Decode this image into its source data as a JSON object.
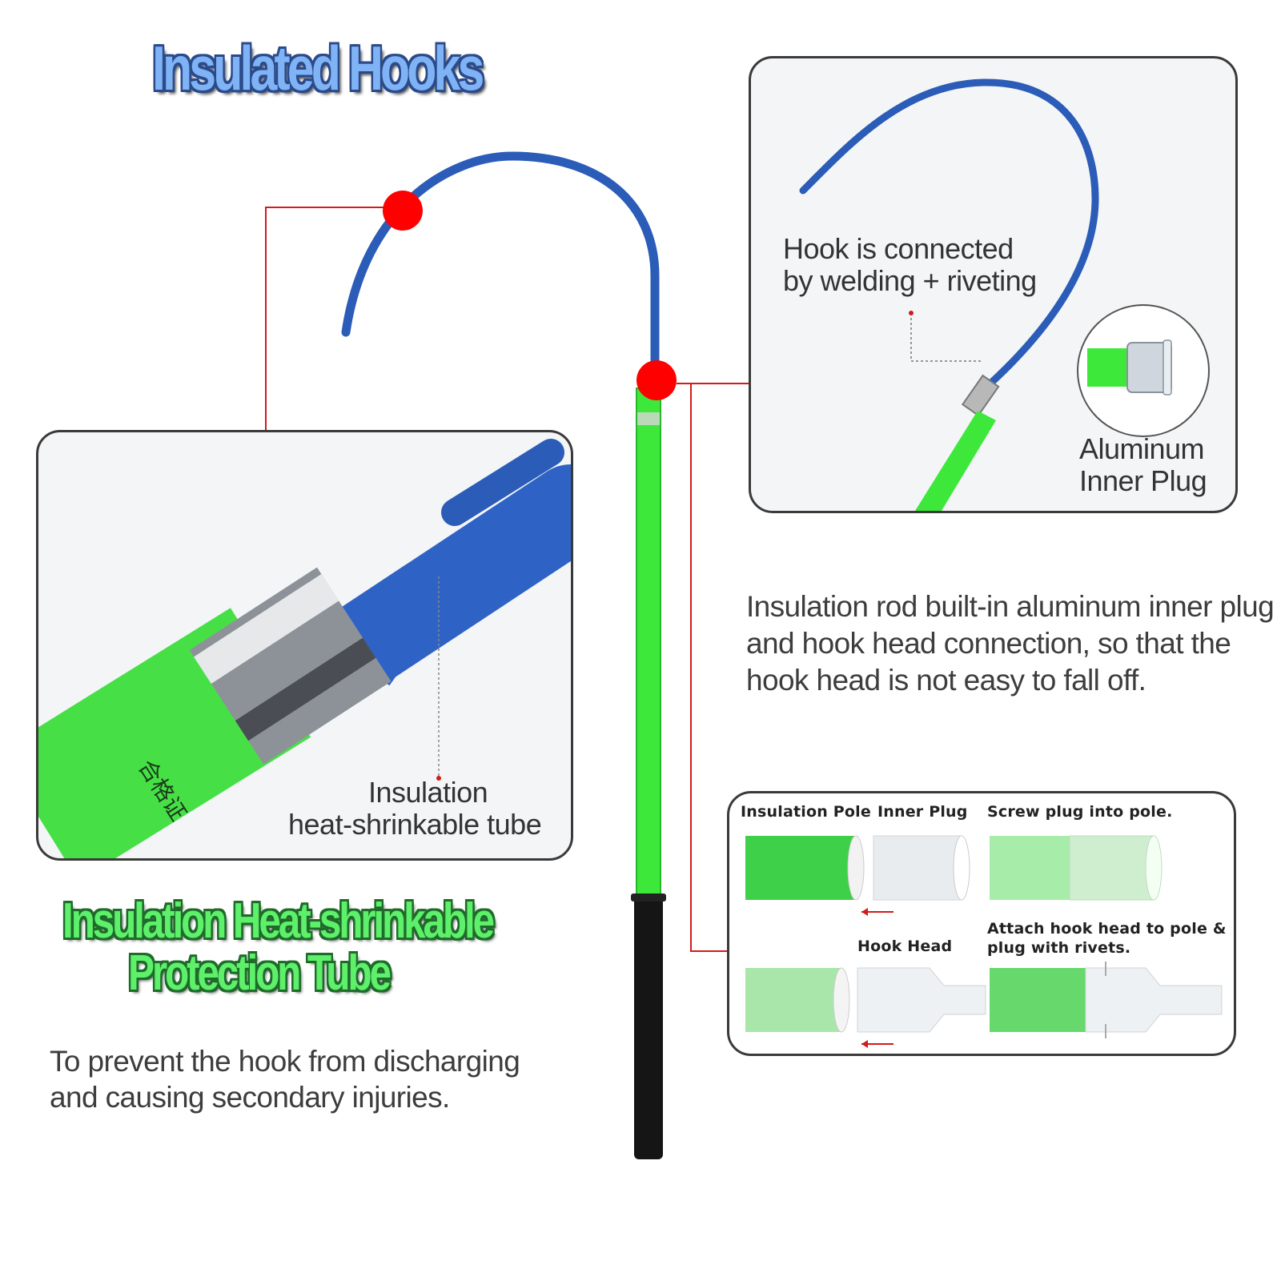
{
  "title": "Insulated Hooks",
  "hook_callout": {
    "line1": "Hook is connected",
    "line2": "by welding + riveting",
    "plug_label_line1": "Aluminum",
    "plug_label_line2": "Inner Plug"
  },
  "description": {
    "line1": "Insulation rod built-in aluminum inner plug",
    "line2": "and hook head connection, so that the",
    "line3": "hook head is not easy to fall off."
  },
  "tube_callout": {
    "line1": "Insulation",
    "line2": "heat-shrinkable tube",
    "label_text": "合格证"
  },
  "diagram": {
    "insulation_pole": "Insulation Pole",
    "inner_plug": "Inner Plug",
    "screw_step": "Screw plug into pole.",
    "hook_head": "Hook Head",
    "attach_step_line1": "Attach hook head  to pole &",
    "attach_step_line2": "plug with rivets."
  },
  "subtitle": {
    "line1": "Insulation Heat-shrinkable",
    "line2": "Protection Tube"
  },
  "caption": {
    "line1": "To prevent the hook from discharging",
    "line2": "and causing secondary injuries."
  },
  "colors": {
    "hook_blue": "#2a5cb8",
    "pole_green": "#3ee83a",
    "grip_black": "#151515",
    "marker_red": "#ff0000"
  }
}
